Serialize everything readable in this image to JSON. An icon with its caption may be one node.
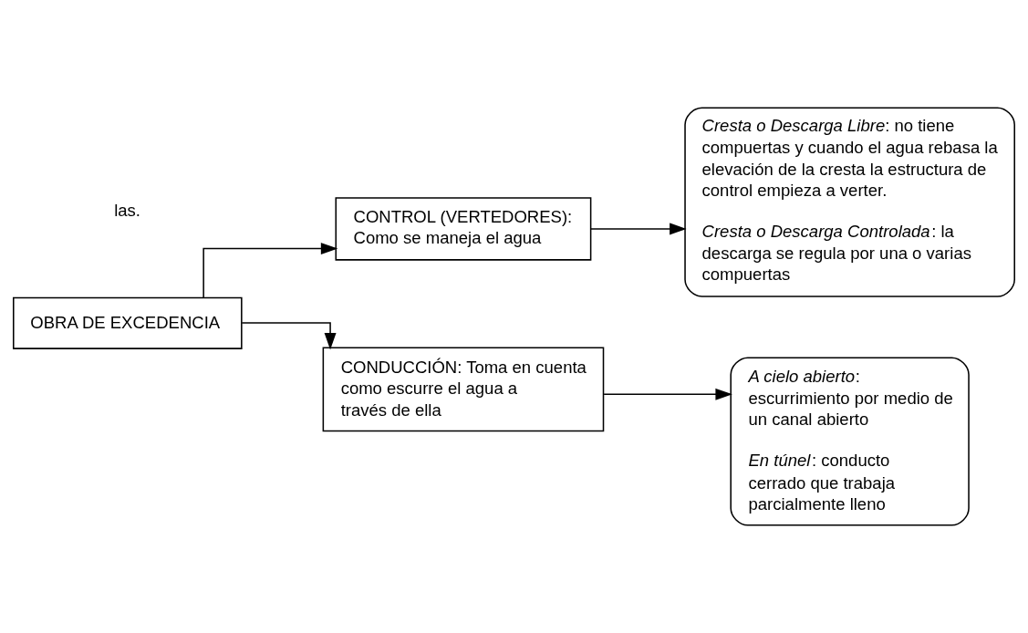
{
  "diagram": {
    "nodes": [
      {
        "text": [
          "OBRA DE EXCEDENCIA"
        ]
      },
      {
        "text": [
          "CONTROL (VERTEDORES): Como se maneja el agua"
        ]
      },
      {
        "text": [
          "*Cresta o Descarga Libre*: no tiene compuertas y cuando el agua rebasa la elevación de la cresta la estructura de control empieza a verter.",
          "*Cresta o Descarga Controlada*: la descarga se regula por una o varias compuertas"
        ]
      },
      {
        "text": [
          "CONDUCCIÓN: Toma en cuenta como escurre el agua a través de ella"
        ]
      },
      {
        "text": [
          "*A cielo abierto*: escurrimiento por medio de un canal abierto",
          "*En túnel*: conducto cerrado que trabaja parcialmente lleno"
        ]
      }
    ],
    "edges": [
      {
        "from": 0,
        "to": 1,
        "arrow": "to"
      },
      {
        "from": 0,
        "to": 3,
        "arrow": "to"
      },
      {
        "from": 1,
        "to": 2,
        "arrow": "to"
      },
      {
        "from": 3,
        "to": 4,
        "arrow": "to"
      }
    ],
    "labels": [
      "las."
    ]
  }
}
